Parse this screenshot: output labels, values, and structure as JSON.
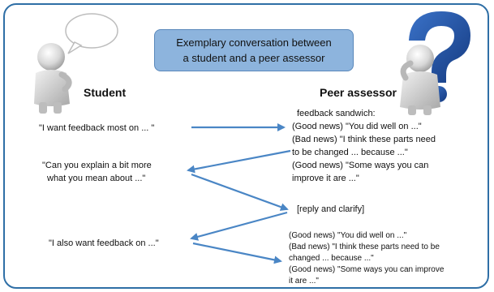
{
  "title": {
    "line1": "Exemplary conversation between",
    "line2": "a student and a peer assessor"
  },
  "roles": {
    "student": "Student",
    "peer": "Peer assessor"
  },
  "student_messages": [
    "\"I want feedback most on ... \"",
    "\"Can you explain a bit more",
    "what you mean about ...\"",
    "\"I also want feedback on ...\""
  ],
  "peer_block1": [
    "feedback sandwich:",
    "(Good news) \"You did well on ...\"",
    "(Bad news) \"I think these parts need",
    "to be changed ... because ...\"",
    "(Good news) \"Some ways you can",
    "improve it are ...\""
  ],
  "peer_reply": "[reply and clarify]",
  "peer_block2": [
    "(Good news) \"You did well on ...\"",
    "(Bad news) \"I think these parts need to be",
    "changed ... because ...\"",
    "(Good news) \"Some ways you can improve",
    "it are ...\""
  ],
  "colors": {
    "frame": "#2f6fa6",
    "title_fill": "#8db4dd",
    "arrow": "#4a86c5",
    "question_mark": "#1f4e9e"
  },
  "icons": [
    "thinking-person-icon",
    "speech-bubble-icon",
    "question-mark-icon"
  ]
}
